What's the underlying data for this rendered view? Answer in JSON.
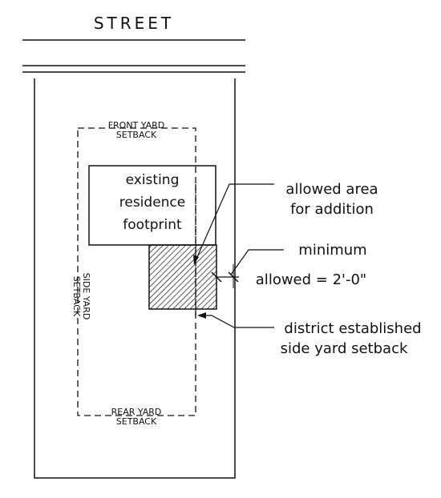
{
  "street": "STREET",
  "setbacks": {
    "front": [
      "FRONT YARD",
      "SETBACK"
    ],
    "rear": [
      "REAR YARD",
      "SETBACK"
    ],
    "side": [
      "SIDE YARD",
      "SETBACK"
    ]
  },
  "residence": [
    "existing",
    "residence",
    "footprint"
  ],
  "callouts": {
    "allowed_area": [
      "allowed area",
      "for addition"
    ],
    "minimum": [
      "minimum",
      "allowed = 2'-0\""
    ],
    "district": [
      "district established",
      "side yard setback"
    ]
  }
}
